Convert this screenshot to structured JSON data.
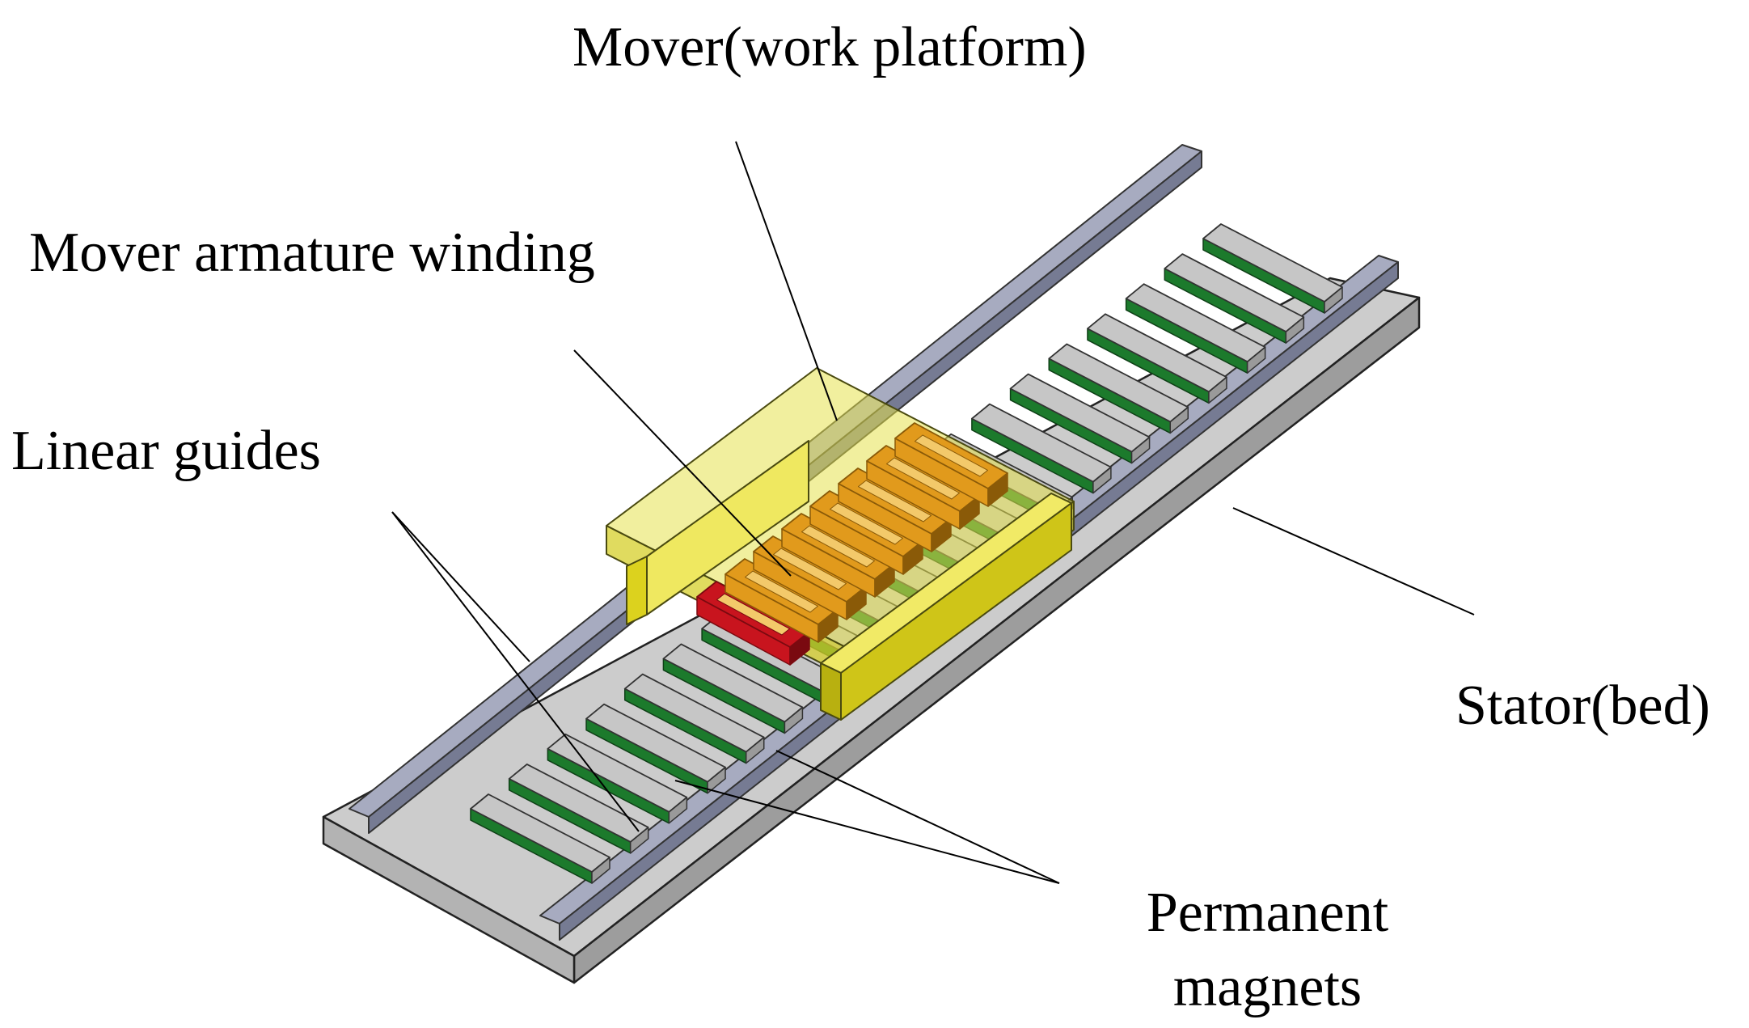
{
  "labels": {
    "mover_platform": "Mover(work platform)",
    "mover_winding": "Mover armature winding",
    "linear_guides": "Linear guides",
    "stator": "Stator(bed)",
    "permanent_magnets_line1": "Permanent",
    "permanent_magnets_line2": "magnets"
  },
  "colors": {
    "stator_bed": "#c8c8c8",
    "guide_rail": "#8f93a8",
    "magnet_top": "#c6c6c6",
    "magnet_base": "#1c7a2c",
    "mover_platform": "#e4e04a",
    "mover_carriage": "#dcd21e",
    "winding_coil": "#e19a1c",
    "winding_end_coil": "#c8141e"
  }
}
